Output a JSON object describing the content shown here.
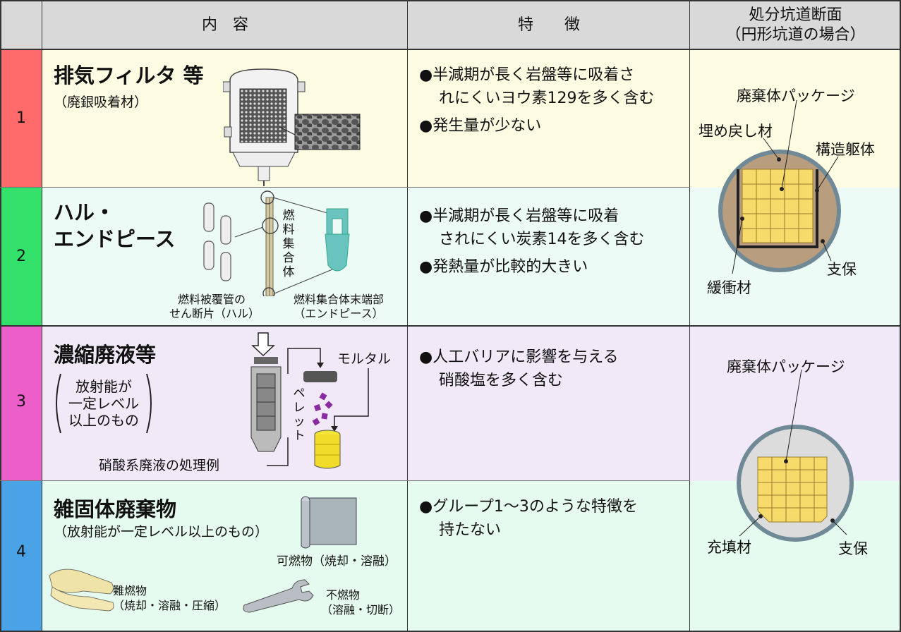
{
  "header": {
    "col_content": "内　容",
    "col_feature": "特　　徴",
    "col_section_line1": "処分坑道断面",
    "col_section_line2": "（円形坑道の場合）"
  },
  "colors": {
    "header_bg": "#d9d9d9",
    "row1_num": "#ff6b6b",
    "row2_num": "#33e06a",
    "row3_num": "#ec5fcb",
    "row4_num": "#4aa3e6",
    "row1_bg": "#fdfbe2",
    "row2_bg": "#ecfbf6",
    "row3_bg": "#f1e9f8",
    "row4_bg": "#e6fbef",
    "package": "#f6da6a",
    "backfill": "#b89d7e",
    "gallery_ring": "#6f8a96"
  },
  "rows": [
    {
      "number": "1",
      "title": "排気フィルタ 等",
      "subtitle": "（廃銀吸着材）",
      "features": [
        "●半減期が長く岩盤等に吸着さ",
        "れにくいヨウ素129を多く含む",
        "●発生量が少ない"
      ],
      "icon": "exhaust-filter-icon"
    },
    {
      "number": "2",
      "title_line1": "ハル・",
      "title_line2": "エンドピース",
      "label_assembly": "燃料集合体",
      "label_hull_1": "燃料被覆管の",
      "label_hull_2": "せん断片（ハル）",
      "label_endpiece_1": "燃料集合体末端部",
      "label_endpiece_2": "（エンドピース）",
      "features": [
        "●半減期が長く岩盤等に吸着",
        "されにくい炭素14を多く含む",
        "●発熱量が比較的大きい"
      ]
    },
    {
      "number": "3",
      "title": "濃縮廃液等",
      "paren_1": "放射能が",
      "paren_2": "一定レベル",
      "paren_3": "以上のもの",
      "label_mortar": "モルタル",
      "label_pellet": "ペレット",
      "label_example": "硝酸系廃液の処理例",
      "features": [
        "●人工バリアに影響を与える",
        "硝酸塩を多く含む"
      ]
    },
    {
      "number": "4",
      "title": "雑固体廃棄物",
      "subtitle": "（放射能が一定レベル以上のもの）",
      "label_combustible": "可燃物（焼却・溶融）",
      "label_hard_1": "難燃物",
      "label_hard_2": "（焼却・溶融・圧縮）",
      "label_noncomb_1": "不燃物",
      "label_noncomb_2": "（溶融・切断）",
      "features": [
        "●グループ1～3のような特徴を",
        "持たない"
      ]
    }
  ],
  "section_a": {
    "label_package": "廃棄体パッケージ",
    "label_backfill": "埋め戻し材",
    "label_structure": "構造躯体",
    "label_buffer": "緩衝材",
    "label_support": "支保"
  },
  "section_b": {
    "label_package": "廃棄体パッケージ",
    "label_filler": "充填材",
    "label_support": "支保"
  }
}
